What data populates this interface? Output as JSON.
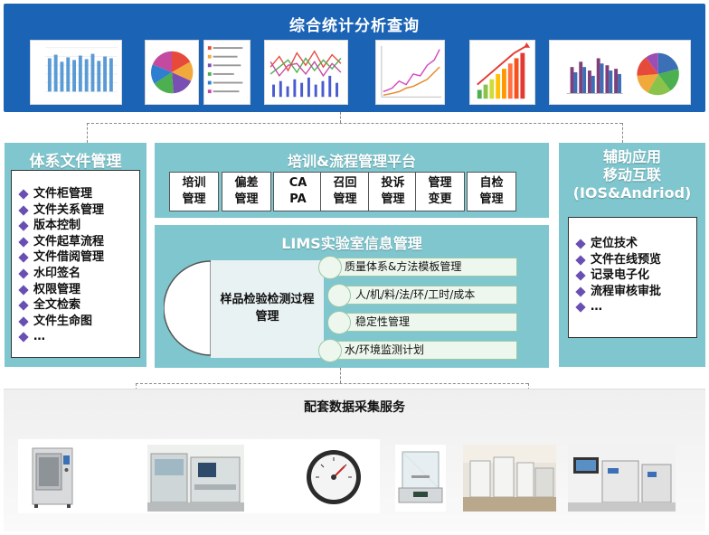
{
  "top": {
    "title": "综合统计分析查询"
  },
  "left_panel": {
    "title": "体系文件管理",
    "items": [
      "文件柜管理",
      "文件关系管理",
      "版本控制",
      "文件起草流程",
      "文件借阅管理",
      "水印签名",
      "权限管理",
      "全文检索",
      "文件生命图",
      "…"
    ]
  },
  "training_panel": {
    "title": "培训&流程管理平台",
    "modules": [
      "培训\n管理",
      "偏差\n管理",
      "CA\nPA",
      "召回\n管理",
      "投诉\n管理",
      "管理\n变更",
      "自检\n管理"
    ]
  },
  "lims_panel": {
    "title": "LIMS实验室信息管理",
    "core_label": "样品检验检测过程管理",
    "items": [
      "质量体系&方法模板管理",
      "人/机/料/法/环/工时/成本",
      "稳定性管理",
      "水/环境监测计划"
    ]
  },
  "right_panel": {
    "title_line1": "辅助应用",
    "title_line2": "移动互联",
    "title_line3": "(IOS&Andriod)",
    "items": [
      "定位技术",
      "文件在线预览",
      "记录电子化",
      "流程审核审批",
      "…"
    ]
  },
  "bottom": {
    "title": "配套数据采集服务"
  },
  "colors": {
    "banner_blue": "#1b63b5",
    "panel_teal": "#7fc6ce",
    "bullet_purple": "#6a4fb3"
  }
}
